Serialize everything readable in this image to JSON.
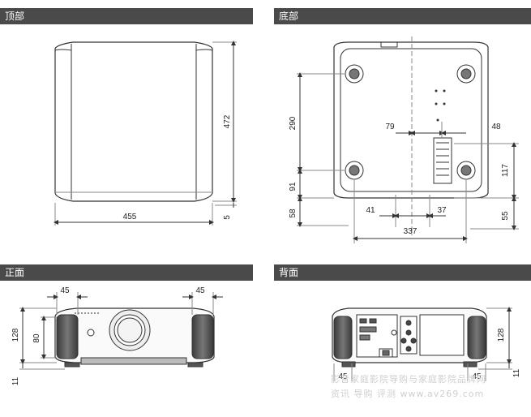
{
  "sections": {
    "top": "顶部",
    "bottom": "底部",
    "front": "正面",
    "back": "背面"
  },
  "top_view": {
    "width": "455",
    "depth": "472",
    "foot": "5"
  },
  "bottom_view": {
    "foot_spacing_depth": "290",
    "rear_offset": "91",
    "rear_edge": "58",
    "vent_left": "79",
    "vent_right": "48",
    "vent_depth": "117",
    "left_offset": "41",
    "right_offset": "37",
    "foot_spacing_width": "337",
    "right_edge": "55"
  },
  "front_view": {
    "side_left": "45",
    "side_right": "45",
    "height": "128",
    "lens_height": "80",
    "foot": "11"
  },
  "back_view": {
    "side_left": "45",
    "side_right": "45",
    "height": "128",
    "foot": "11"
  },
  "watermark": {
    "line1": "影音家庭影院导购与家庭影院品牌网",
    "line2": "资讯  导购  评测   www.av269.com"
  }
}
